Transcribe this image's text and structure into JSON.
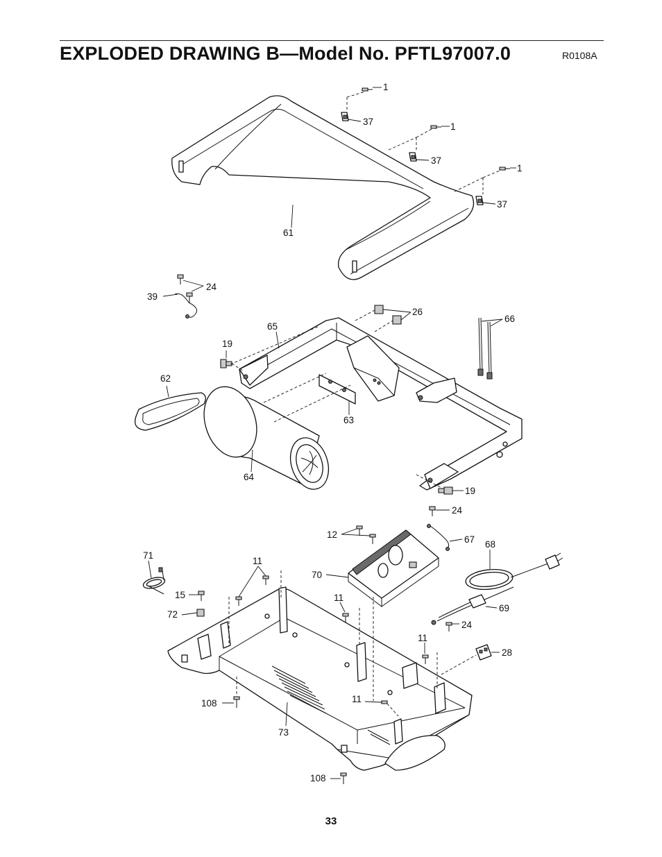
{
  "header": {
    "title": "EXPLODED DRAWING B—Model No. PFTL97007.0",
    "drawing_code": "R0108A"
  },
  "footer": {
    "page_number": "33"
  },
  "part_callouts": {
    "c1a": "1",
    "c1b": "1",
    "c1c": "1",
    "c37a": "37",
    "c37b": "37",
    "c37c": "37",
    "c61": "61",
    "c24a": "24",
    "c39": "39",
    "c26": "26",
    "c66": "66",
    "c65": "65",
    "c19a": "19",
    "c62": "62",
    "c63": "63",
    "c64": "64",
    "c19b": "19",
    "c24b": "24",
    "c12": "12",
    "c67": "67",
    "c68": "68",
    "c71": "71",
    "c11a": "11",
    "c70": "70",
    "c15": "15",
    "c11b": "11",
    "c72": "72",
    "c69": "69",
    "c24c": "24",
    "c11c": "11",
    "c28": "28",
    "c108a": "108",
    "c11d": "11",
    "c73": "73",
    "c108b": "108"
  }
}
